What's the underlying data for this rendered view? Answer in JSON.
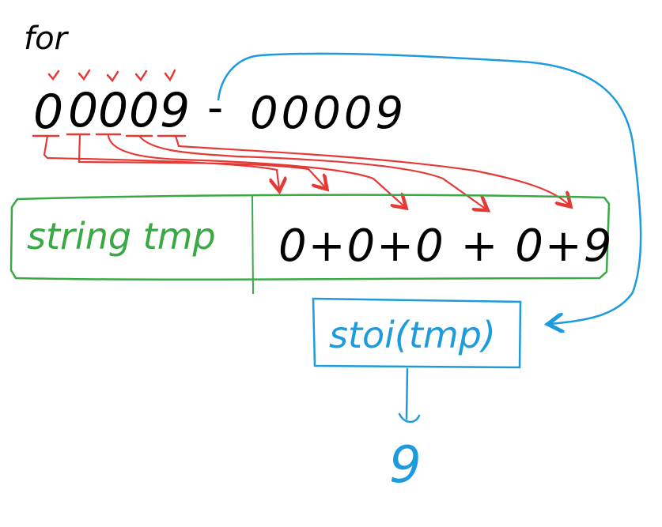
{
  "title_text": "for",
  "input_digits": [
    "0",
    "0",
    "0",
    "0",
    "9"
  ],
  "separator": "-",
  "input_repeat": "00009",
  "box_left_label": "string tmp",
  "box_right_expression": "0+0+0 + 0+9",
  "function_label": "stoi(tmp)",
  "result_value": "9",
  "colors": {
    "ink_black": "#000000",
    "ink_red": "#e53935",
    "ink_green": "#3aa845",
    "ink_blue": "#1e9bdc"
  }
}
